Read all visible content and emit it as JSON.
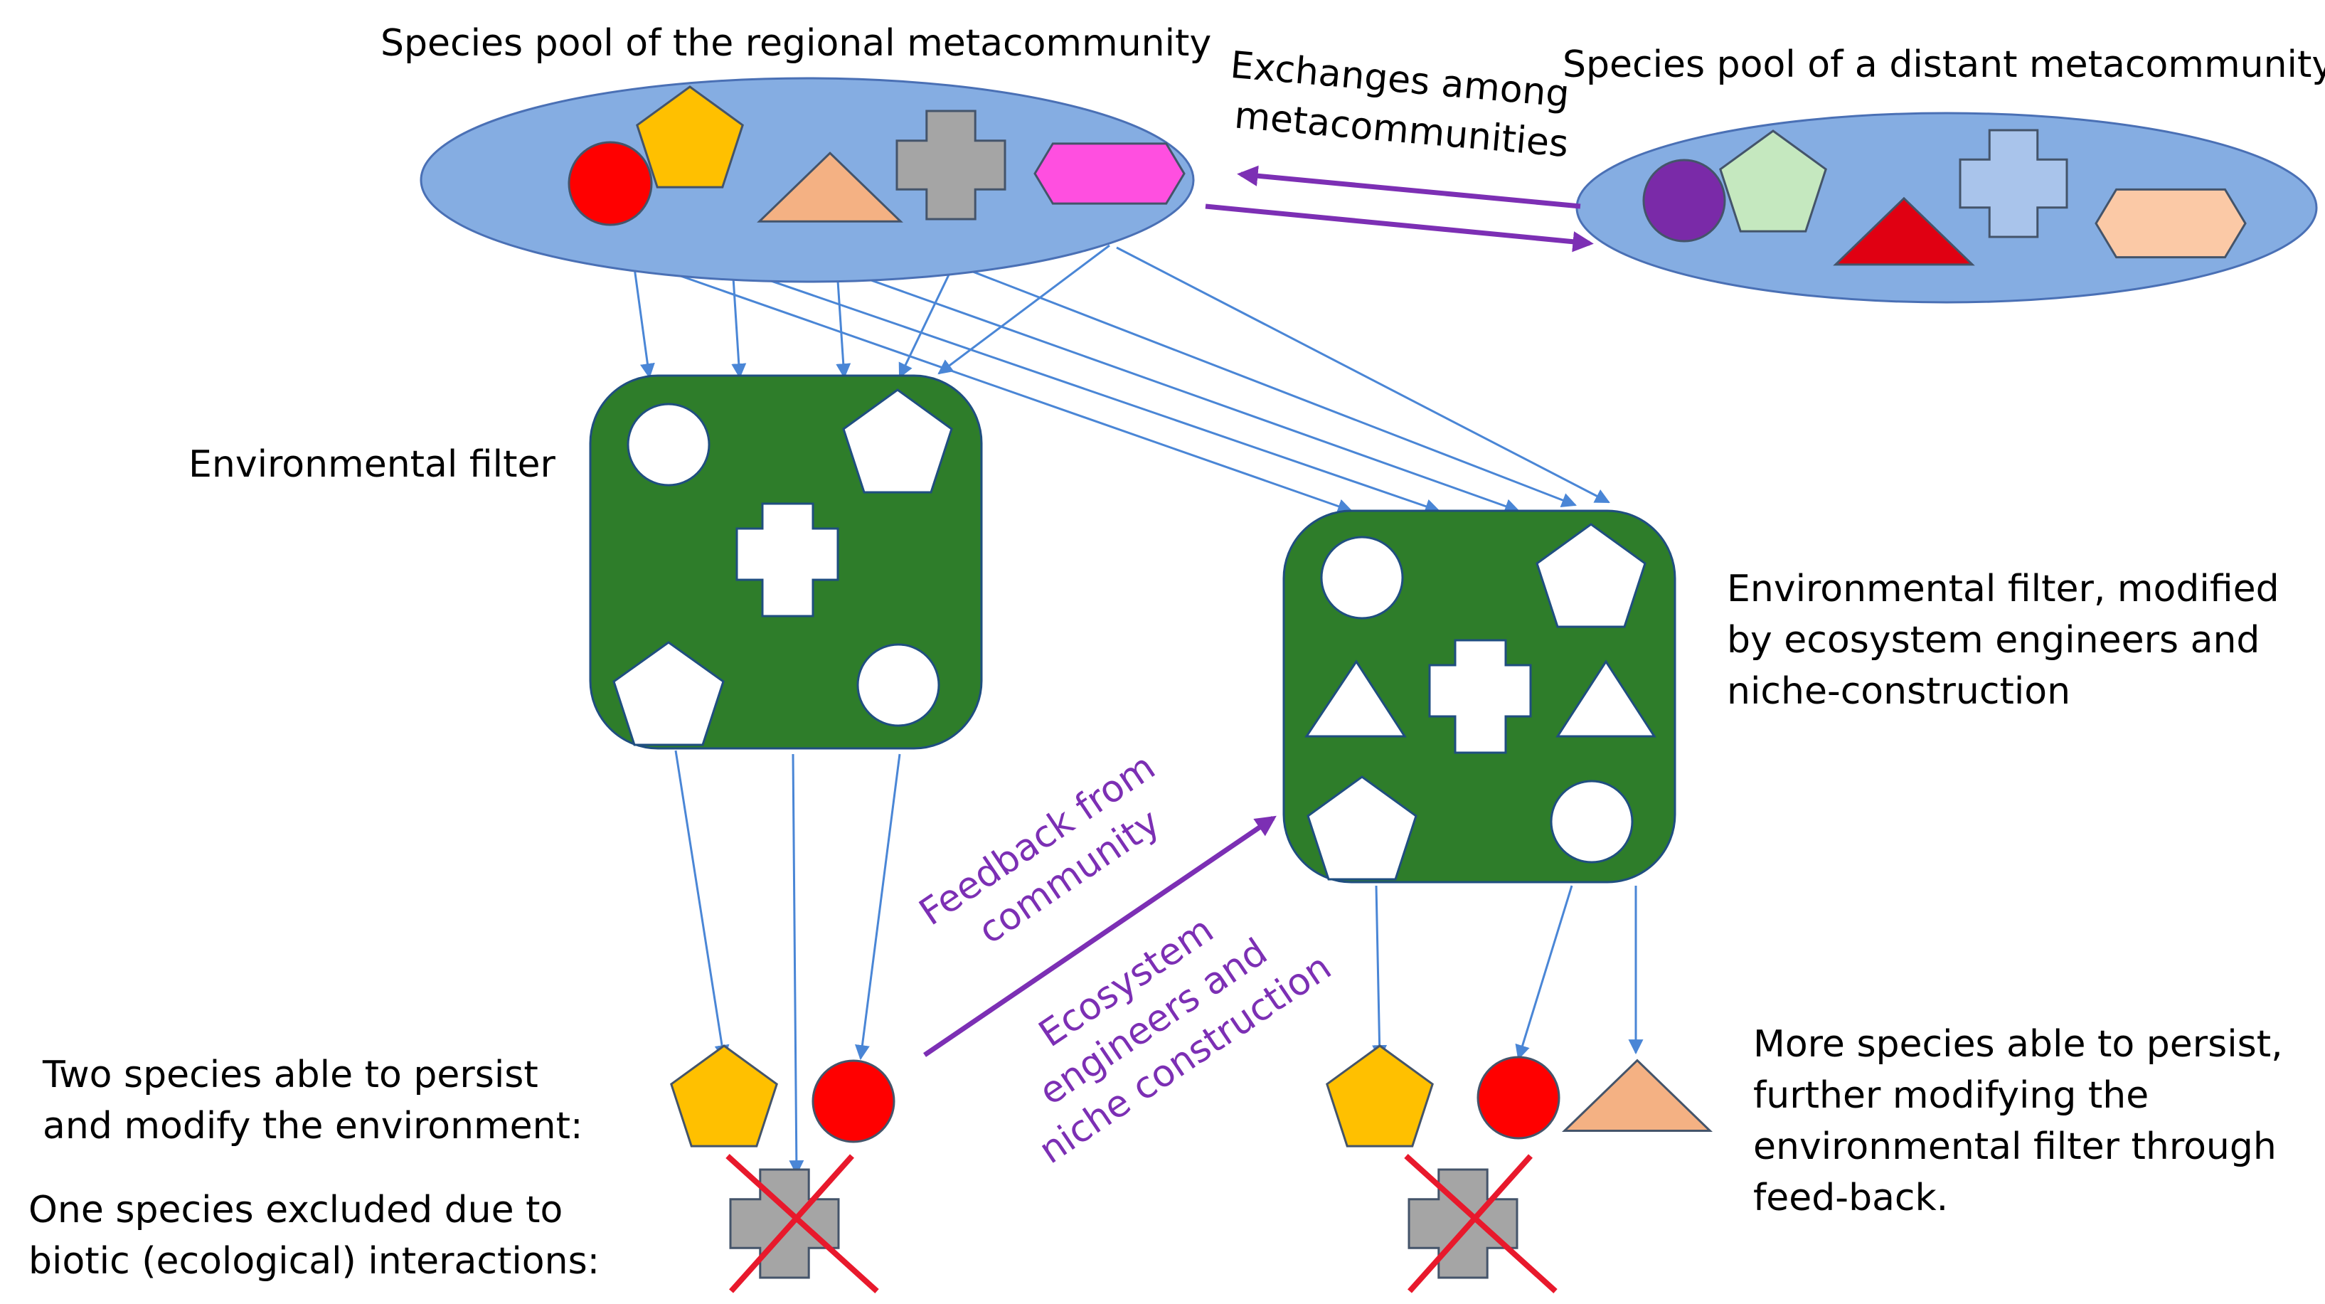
{
  "colors": {
    "pool_fill": "#85ADE2",
    "pool_stroke": "#4A70B5",
    "filter_fill": "#2E7D2A",
    "filter_stroke": "#1F4E80",
    "thin_arrow": "#4A86D6",
    "purple": "#7C2FB4",
    "red_cross": "#E8192C"
  },
  "labels": {
    "regional_pool": "Species pool of the regional metacommunity",
    "distant_pool": "Species pool of a distant metacommunity",
    "exchanges": [
      "Exchanges among",
      "metacommunities"
    ],
    "env_filter": "Environmental filter",
    "env_filter_modified": [
      "Environmental filter, modified",
      "by ecosystem engineers and",
      "niche-construction"
    ],
    "feedback": [
      "Feedback from",
      "community"
    ],
    "ecosystem_engineers": [
      "Ecosystem",
      "engineers and",
      "niche construction"
    ],
    "two_species": [
      "Two species able to persist",
      "and modify the environment:"
    ],
    "one_species": [
      "One species excluded due to",
      "biotic (ecological) interactions:"
    ],
    "more_species": [
      "More species able to persist,",
      "further modifying the",
      "environmental filter through",
      "feed-back."
    ]
  },
  "regional_species": [
    {
      "shape": "circle-icon",
      "color": "#FF0000"
    },
    {
      "shape": "pentagon-icon",
      "color": "#FFC000"
    },
    {
      "shape": "triangle-icon",
      "color": "#F4B183"
    },
    {
      "shape": "cross-icon",
      "color": "#A5A5A5"
    },
    {
      "shape": "hexagon-icon",
      "color": "#FF4FE0"
    }
  ],
  "distant_species": [
    {
      "shape": "circle-icon",
      "color": "#7A2AA8"
    },
    {
      "shape": "pentagon-icon",
      "color": "#C5E8BF"
    },
    {
      "shape": "triangle-icon",
      "color": "#E00012"
    },
    {
      "shape": "cross-icon",
      "color": "#A9C4EB"
    },
    {
      "shape": "hexagon-icon",
      "color": "#FBC9A6"
    }
  ],
  "community_1_persisting": [
    {
      "shape": "pentagon-icon",
      "color": "#FFC000"
    },
    {
      "shape": "circle-icon",
      "color": "#FF0000"
    }
  ],
  "community_2_persisting": [
    {
      "shape": "pentagon-icon",
      "color": "#FFC000"
    },
    {
      "shape": "circle-icon",
      "color": "#FF0000"
    },
    {
      "shape": "triangle-icon",
      "color": "#F4B183"
    }
  ],
  "excluded_species": {
    "shape": "cross-icon",
    "color": "#A5A5A5"
  }
}
